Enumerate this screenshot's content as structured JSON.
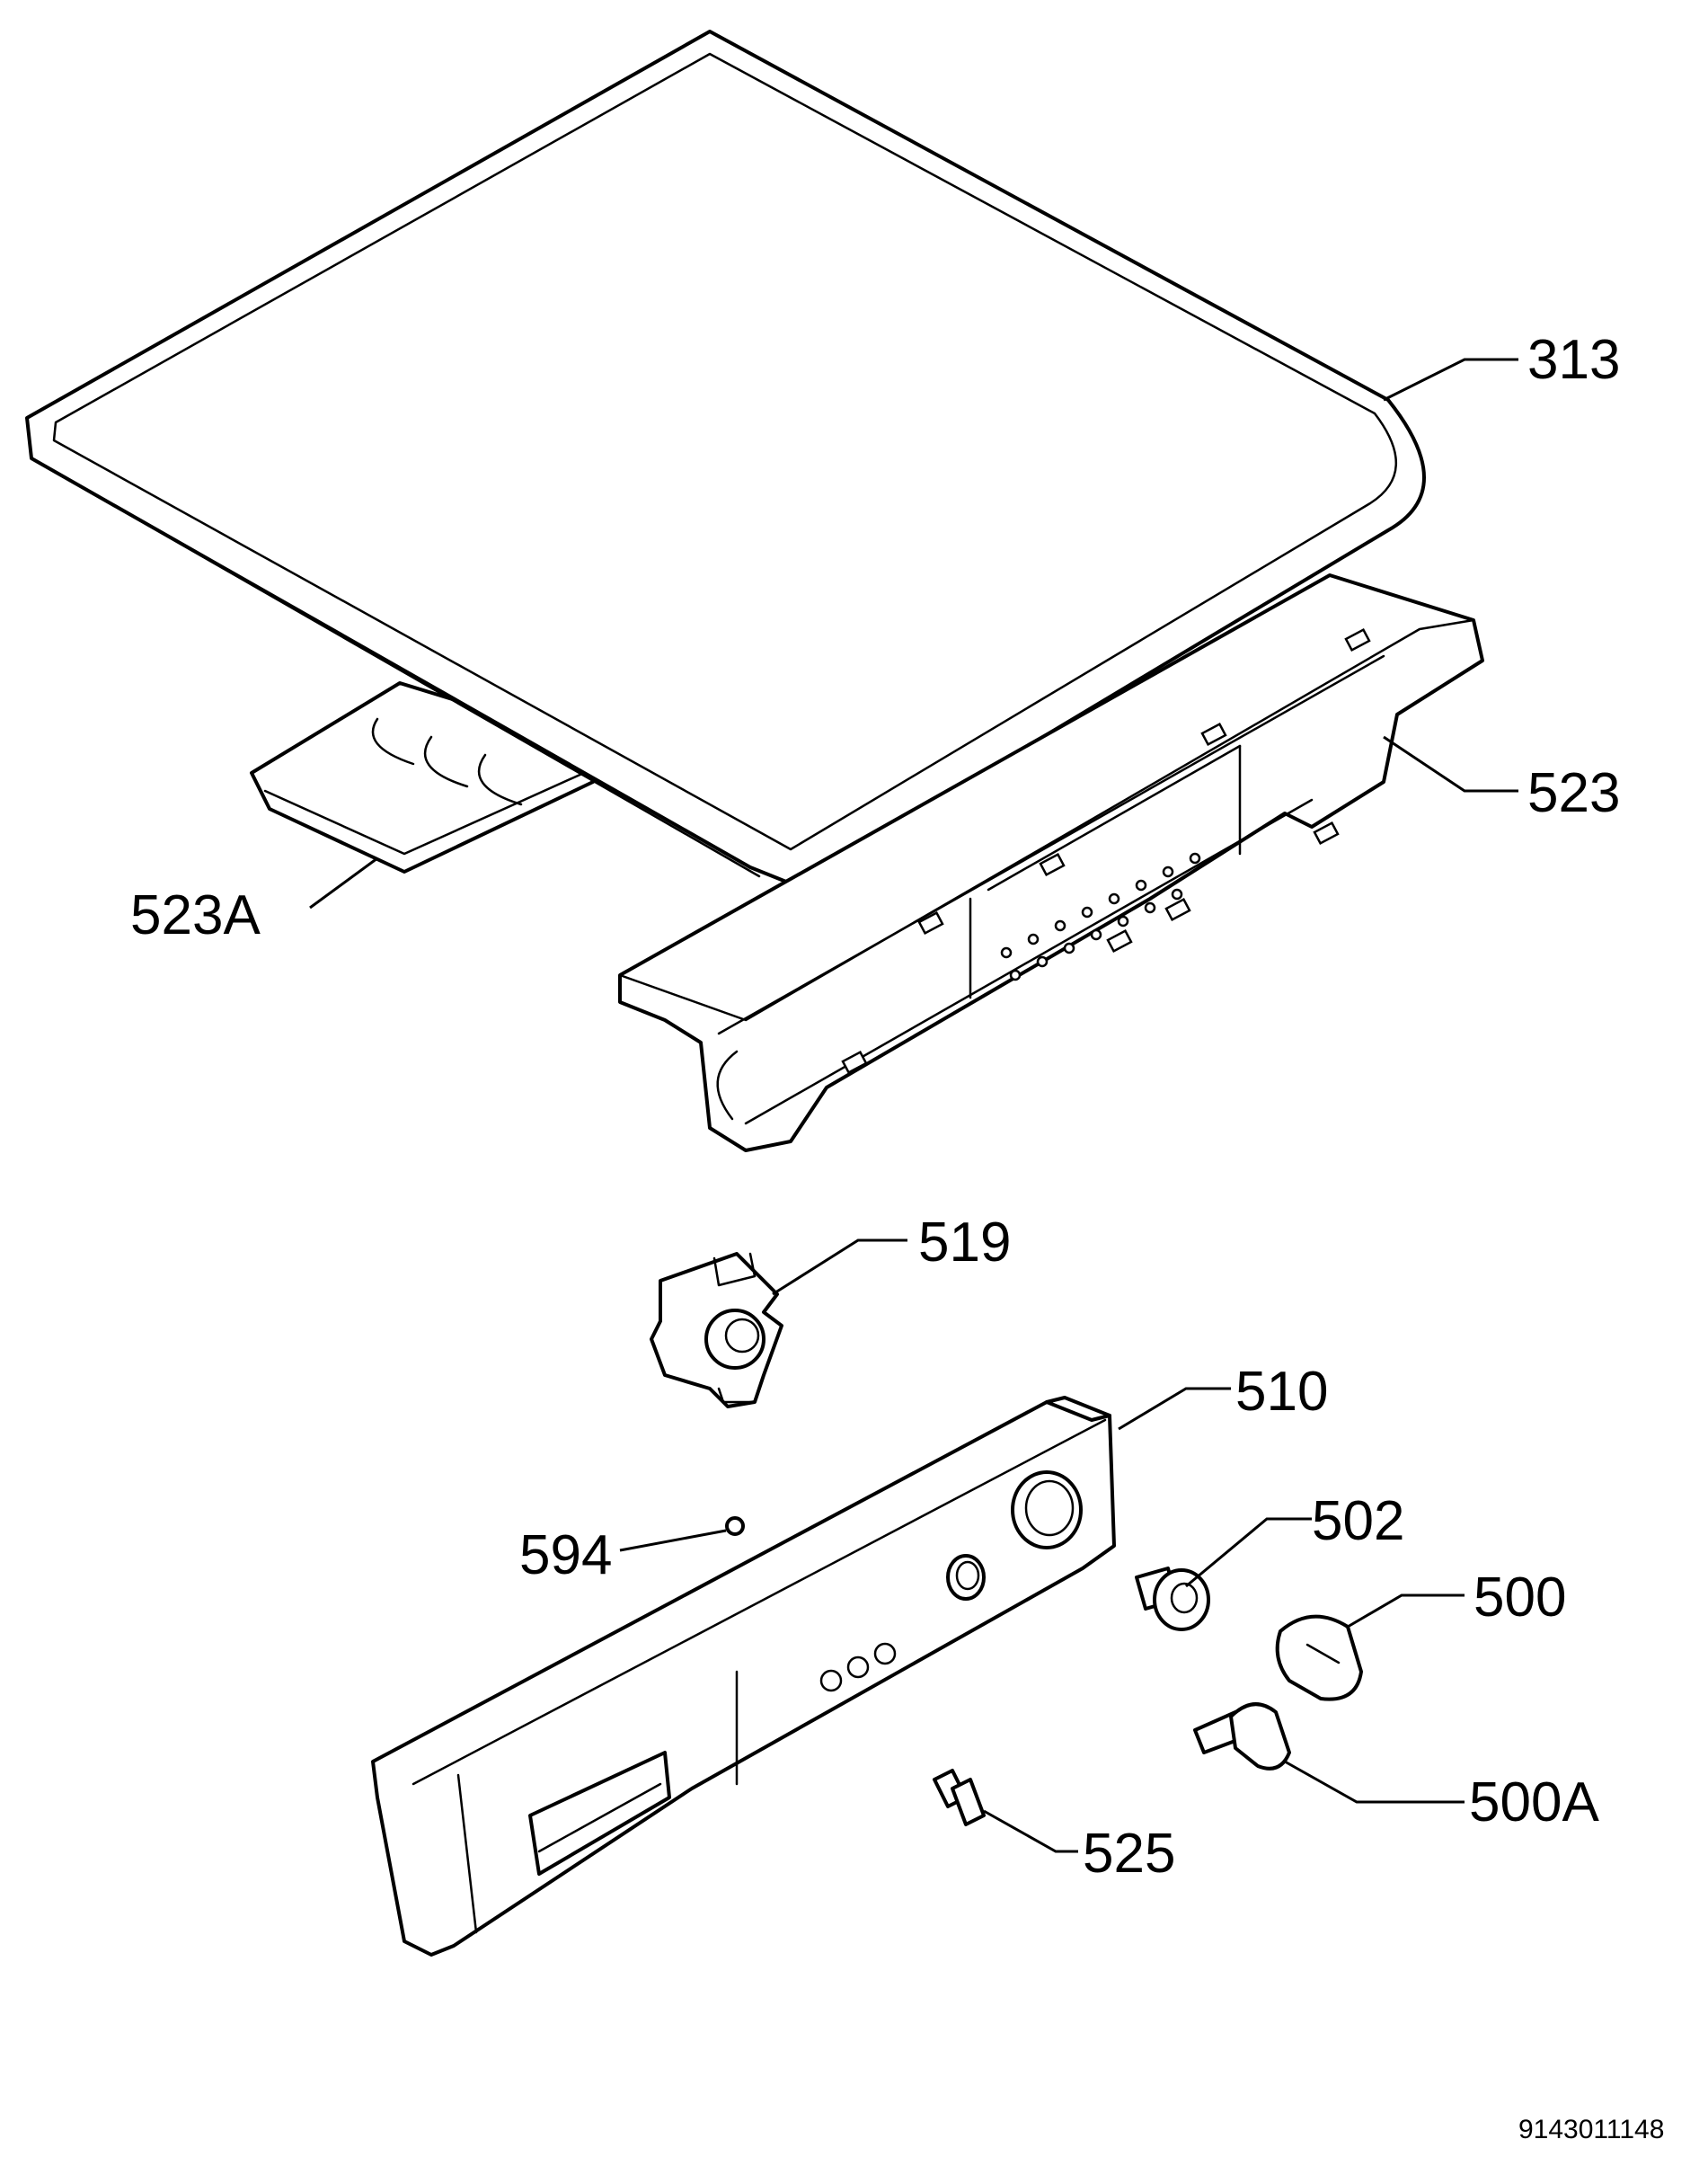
{
  "parts": {
    "lid": "313",
    "dispenser_housing": "523",
    "dispenser_cover": "523A",
    "switch_bracket": "519",
    "control_panel": "510",
    "indicator_lens": "594",
    "knob_insert": "502",
    "program_knob": "500",
    "knob_variant": "500A",
    "push_rod": "525"
  },
  "document_number": "9143011148"
}
